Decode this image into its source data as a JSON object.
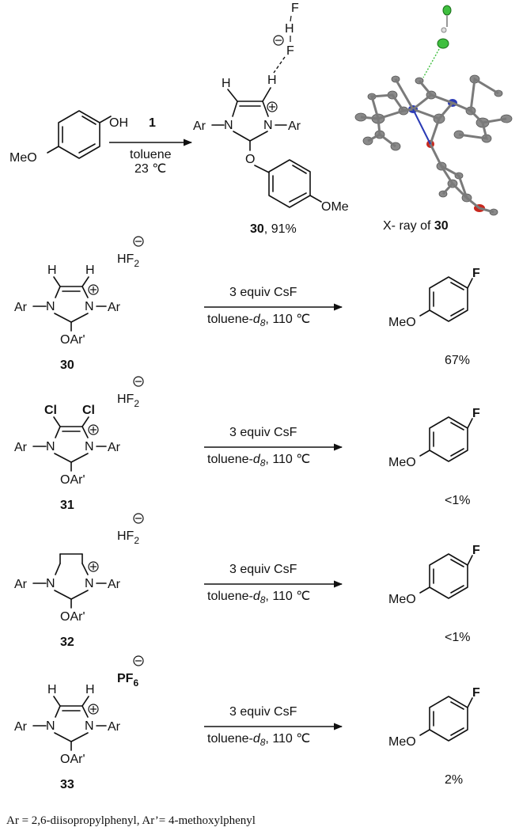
{
  "top_reaction": {
    "reagent": "1",
    "solvent": "toluene",
    "temperature": "23 ℃",
    "product_number": "30",
    "product_yield": ", 91%",
    "xray_prefix": "X- ray of ",
    "xray_number": "30",
    "hf2_atoms": [
      "F",
      "H",
      "F"
    ],
    "methoxy_start": "MeO",
    "methoxy_product": "OMe",
    "oh": "OH",
    "ar": "Ar",
    "n": "N",
    "o": "O",
    "h": "H"
  },
  "conditions": {
    "reagent": "3 equiv CsF",
    "solvent_prefix": "toluene-",
    "solvent_italic": "d",
    "solvent_sub": "8",
    "solvent_suffix": ", 110 ℃"
  },
  "rows": [
    {
      "number": "30",
      "anion_main": "HF",
      "anion_sub": "2",
      "substituent": "H",
      "yield": "67%"
    },
    {
      "number": "31",
      "anion_main": "HF",
      "anion_sub": "2",
      "substituent": "Cl",
      "yield": "<1%"
    },
    {
      "number": "32",
      "anion_main": "HF",
      "anion_sub": "2",
      "substituent": "",
      "yield": "<1%"
    },
    {
      "number": "33",
      "anion_main": "PF",
      "anion_sub": "6",
      "substituent": "H",
      "yield": "2%"
    }
  ],
  "product": {
    "f": "F",
    "meo": "MeO"
  },
  "common_labels": {
    "ar": "Ar",
    "oar": "OAr'",
    "n": "N"
  },
  "footnote": "Ar = 2,6-diisopropylphenyl, Ar’= 4-methoxylphenyl",
  "colors": {
    "carbon_xray": "#8a8a8a",
    "nitrogen": "#2b3bb5",
    "oxygen": "#c8281e",
    "fluorine": "#3fbf3f"
  }
}
